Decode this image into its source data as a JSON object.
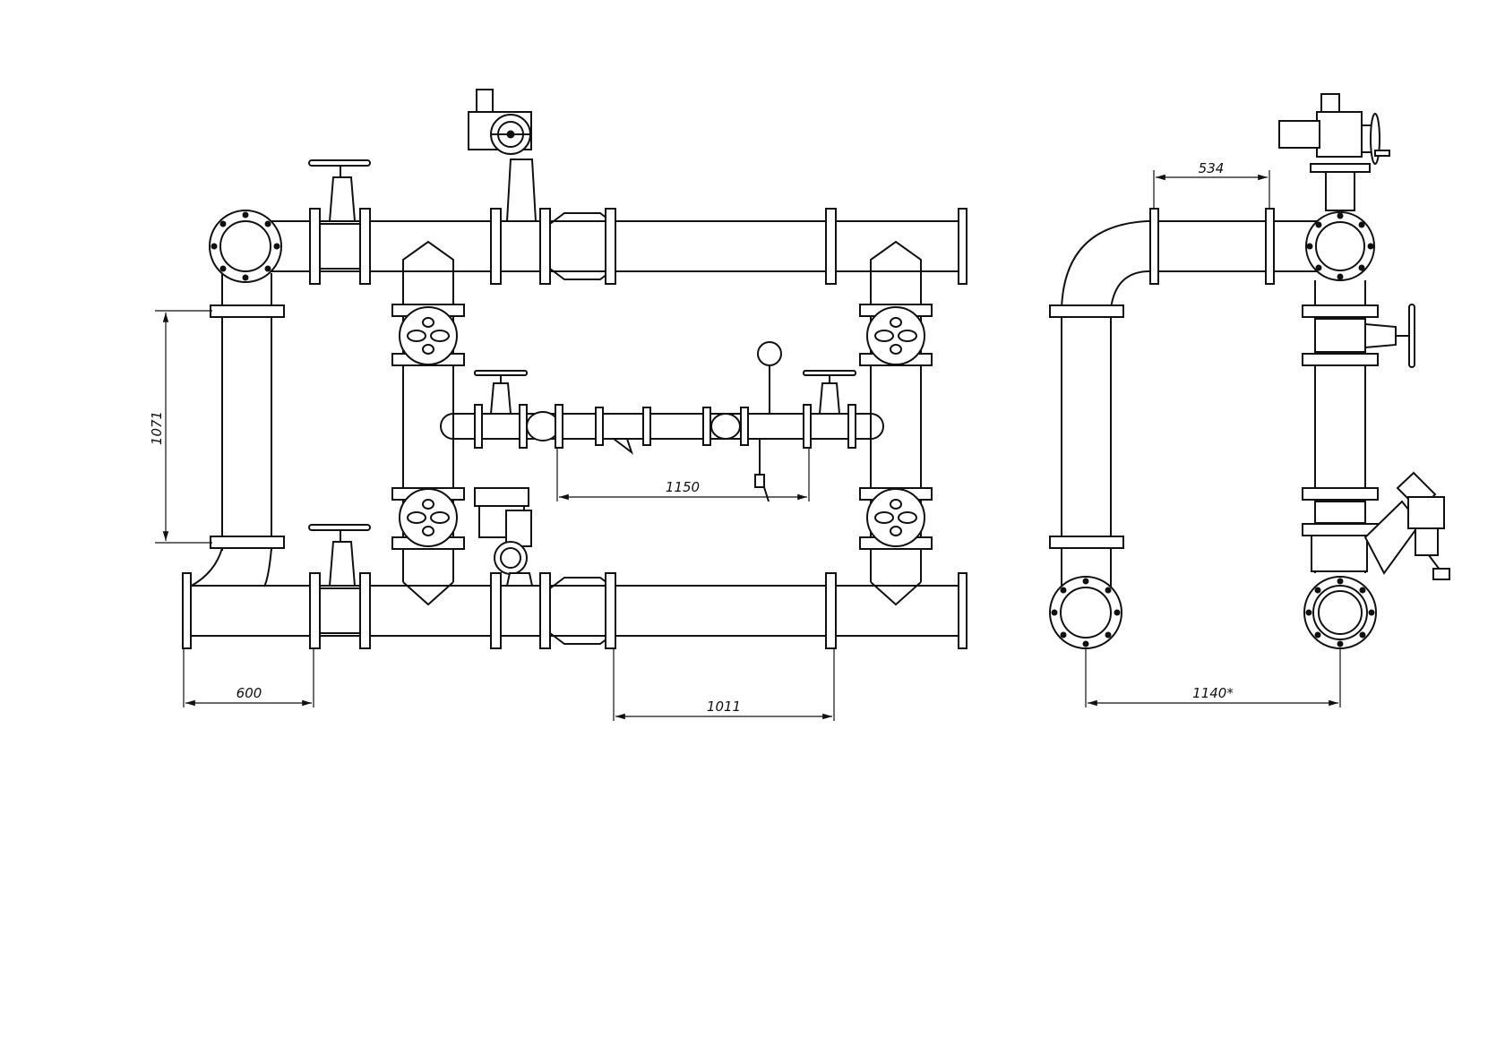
{
  "diagram": {
    "dimensions": {
      "d_1071": "1071",
      "d_1150": "1150",
      "d_600": "600",
      "d_1011": "1011",
      "d_534": "534",
      "d_1140": "1140*"
    }
  }
}
